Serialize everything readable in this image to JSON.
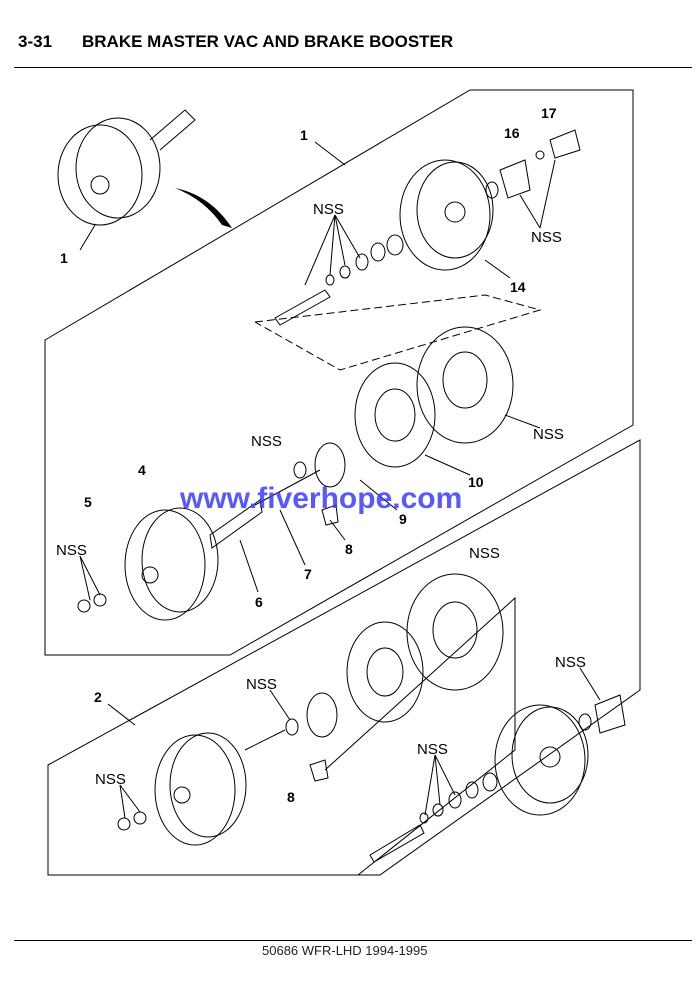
{
  "header": {
    "section": "3-31",
    "title": "BRAKE MASTER VAC AND BRAKE BOOSTER"
  },
  "footer": {
    "text": "50686 WFR-LHD 1994-1995"
  },
  "watermark": "www.fiverhope.com",
  "callouts": {
    "c1_top": "1",
    "c17": "17",
    "c16": "16",
    "nss_a": "NSS",
    "nss_b": "NSS",
    "c14": "14",
    "c1_left": "1",
    "nss_c": "NSS",
    "nss_d": "NSS",
    "c4": "4",
    "c5": "5",
    "c10": "10",
    "c9": "9",
    "c8_a": "8",
    "c7": "7",
    "c6": "6",
    "nss_e": "NSS",
    "nss_f": "NSS",
    "c2": "2",
    "nss_g": "NSS",
    "nss_h": "NSS",
    "nss_i": "NSS",
    "nss_j": "NSS",
    "c8_b": "8"
  }
}
